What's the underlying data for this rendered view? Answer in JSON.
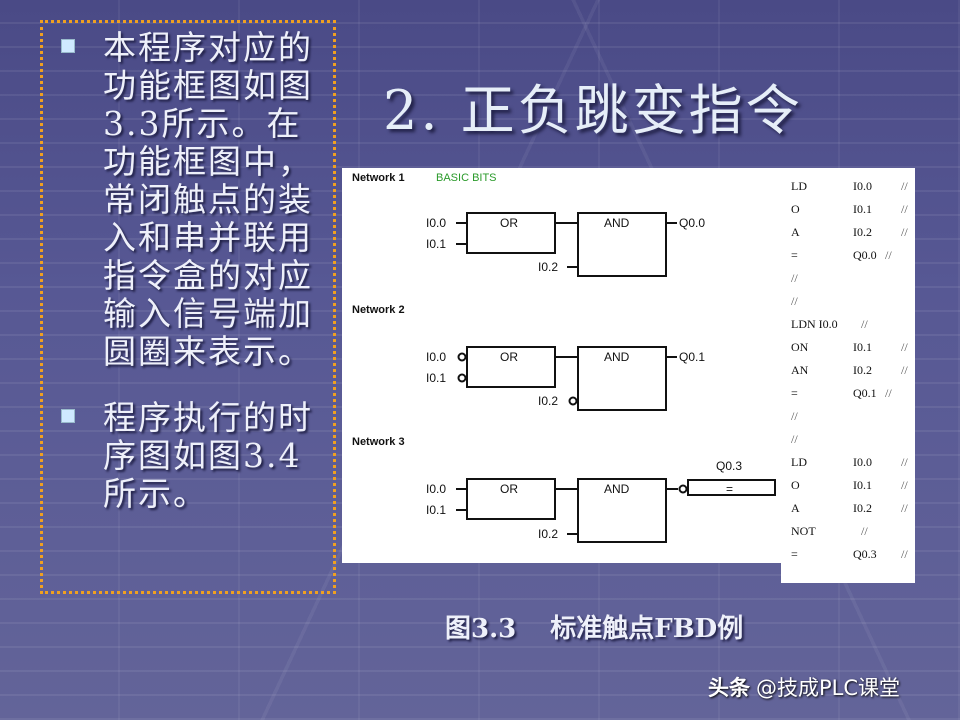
{
  "slide": {
    "title": "2. 正负跳变指令",
    "bullets": [
      {
        "text": "本程序对应的功能框图如图3.3所示。在功能框图中，常闭触点的装入和串并联用指令盒的对应输入信号端加圆圈来表示。"
      },
      {
        "text": "程序执行的时序图如图3.4所示。"
      }
    ],
    "caption": {
      "figure": "图3.3",
      "text": "标准触点FBD例"
    },
    "watermark": {
      "source": "头条",
      "handle": "@技成PLC课堂"
    },
    "colors": {
      "background": "#575894",
      "text_box_border": "#f0a020",
      "title_text": "#e6eef8",
      "network_comment": "#2a9a2a"
    }
  },
  "fbd": {
    "networks": [
      {
        "label": "Network 1",
        "comment": "BASIC BITS",
        "or_block": "OR",
        "and_block": "AND",
        "inputs": [
          "I0.0",
          "I0.1",
          "I0.2"
        ],
        "negated": [
          false,
          false,
          false
        ],
        "output": "Q0.0",
        "output_negated": false
      },
      {
        "label": "Network 2",
        "comment": "",
        "or_block": "OR",
        "and_block": "AND",
        "inputs": [
          "I0.0",
          "I0.1",
          "I0.2"
        ],
        "negated": [
          true,
          true,
          true
        ],
        "output": "Q0.1",
        "output_negated": false
      },
      {
        "label": "Network 3",
        "comment": "",
        "or_block": "OR",
        "and_block": "AND",
        "inputs": [
          "I0.0",
          "I0.1",
          "I0.2"
        ],
        "negated": [
          false,
          false,
          false
        ],
        "output": "Q0.3",
        "output_negated": true,
        "assign_block": "="
      }
    ]
  },
  "stl": {
    "lines": [
      {
        "op": "LD",
        "arg": "I0.0",
        "comment": "//"
      },
      {
        "op": "O",
        "arg": "I0.1",
        "comment": "//"
      },
      {
        "op": "A",
        "arg": "I0.2",
        "comment": "//"
      },
      {
        "op": "=",
        "arg": "Q0.0",
        "comment": "//"
      },
      {
        "op": "//",
        "arg": "",
        "comment": ""
      },
      {
        "op": "//",
        "arg": "",
        "comment": ""
      },
      {
        "op": "LDN I0.0",
        "arg": "",
        "comment": "//"
      },
      {
        "op": "ON",
        "arg": "I0.1",
        "comment": "//"
      },
      {
        "op": "AN",
        "arg": "I0.2",
        "comment": "//"
      },
      {
        "op": "=",
        "arg": "Q0.1",
        "comment": "//"
      },
      {
        "op": "//",
        "arg": "",
        "comment": ""
      },
      {
        "op": "//",
        "arg": "",
        "comment": ""
      },
      {
        "op": "LD",
        "arg": "I0.0",
        "comment": "//"
      },
      {
        "op": "O",
        "arg": "I0.1",
        "comment": "//"
      },
      {
        "op": "A",
        "arg": "I0.2",
        "comment": "//"
      },
      {
        "op": "NOT",
        "arg": "",
        "comment": "//"
      },
      {
        "op": "=",
        "arg": "Q0.3",
        "comment": "//"
      }
    ]
  }
}
